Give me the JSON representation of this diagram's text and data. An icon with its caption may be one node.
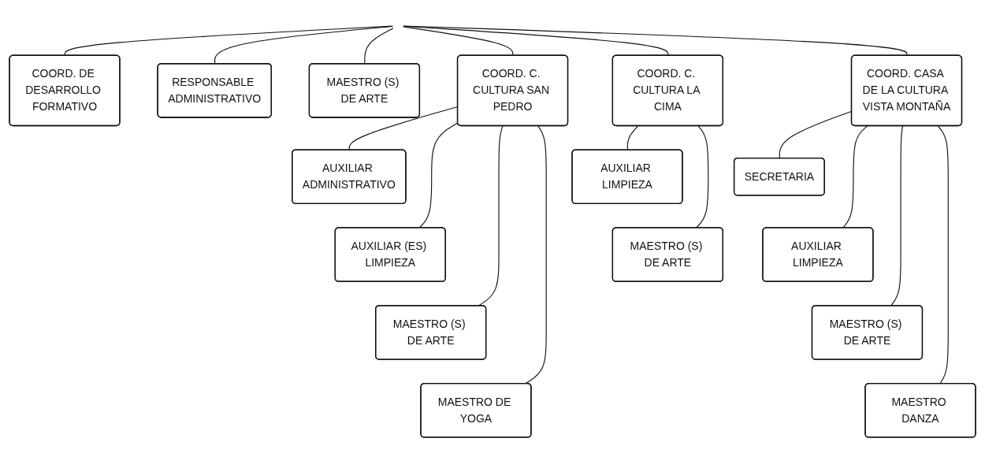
{
  "diagram": {
    "nodes": [
      {
        "text": [
          "COORD. DE DESARROLLO FORMATIVO"
        ]
      },
      {
        "text": [
          "RESPONSABLE ADMINISTRATIVO"
        ]
      },
      {
        "text": [
          "MAESTRO (S) DE ARTE"
        ]
      },
      {
        "text": [
          "COORD. C. CULTURA SAN PEDRO"
        ]
      },
      {
        "text": [
          "AUXILIAR ADMINISTRATIVO"
        ]
      },
      {
        "text": [
          "AUXILIAR (ES) LIMPIEZA"
        ]
      },
      {
        "text": [
          "MAESTRO (S) DE ARTE"
        ]
      },
      {
        "text": [
          "MAESTRO DE YOGA"
        ]
      },
      {
        "text": [
          "COORD. C. CULTURA LA CIMA"
        ]
      },
      {
        "text": [
          "AUXILIAR LIMPIEZA"
        ]
      },
      {
        "text": [
          "MAESTRO (S) DE ARTE"
        ]
      },
      {
        "text": [
          "COORD. CASA DE LA CULTURA VISTA MONTAÑA"
        ]
      },
      {
        "text": [
          "SECRETARIA"
        ]
      },
      {
        "text": [
          "AUXILIAR LIMPIEZA"
        ]
      },
      {
        "text": [
          "MAESTRO (S) DE ARTE"
        ]
      },
      {
        "text": [
          "MAESTRO DANZA"
        ]
      }
    ],
    "edges": [
      {
        "from": null,
        "to": 0,
        "arrow": "none"
      },
      {
        "from": null,
        "to": 1,
        "arrow": "none"
      },
      {
        "from": null,
        "to": 2,
        "arrow": "none"
      },
      {
        "from": null,
        "to": 3,
        "arrow": "none"
      },
      {
        "from": null,
        "to": 8,
        "arrow": "none"
      },
      {
        "from": null,
        "to": 11,
        "arrow": "none"
      },
      {
        "from": 3,
        "to": 4,
        "arrow": "none"
      },
      {
        "from": 3,
        "to": 5,
        "arrow": "none"
      },
      {
        "from": 3,
        "to": 6,
        "arrow": "none"
      },
      {
        "from": 3,
        "to": 7,
        "arrow": "none"
      },
      {
        "from": 8,
        "to": 9,
        "arrow": "none"
      },
      {
        "from": 8,
        "to": 10,
        "arrow": "none"
      },
      {
        "from": 11,
        "to": 12,
        "arrow": "none"
      },
      {
        "from": 11,
        "to": 13,
        "arrow": "none"
      },
      {
        "from": 11,
        "to": 14,
        "arrow": "none"
      },
      {
        "from": 11,
        "to": 15,
        "arrow": "none"
      }
    ]
  }
}
